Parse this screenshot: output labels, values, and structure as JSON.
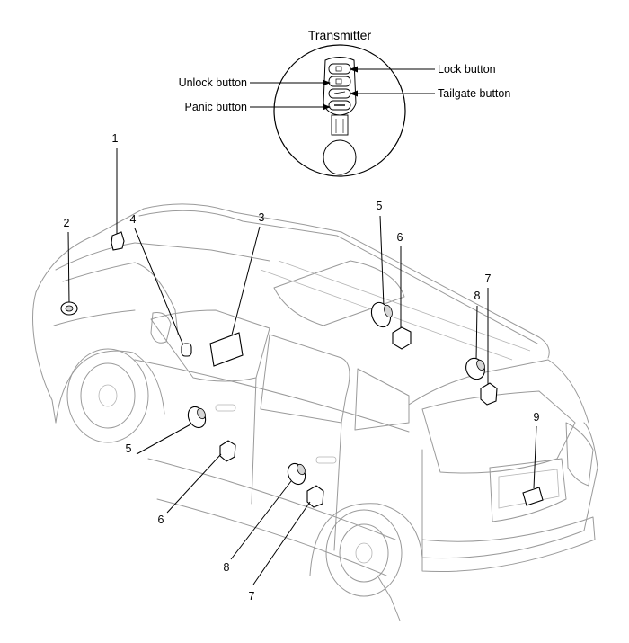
{
  "transmitter": {
    "title": "Transmitter",
    "labels": {
      "lock": "Lock button",
      "unlock": "Unlock button",
      "tailgate": "Tailgate button",
      "panic": "Panic button"
    }
  },
  "callouts": [
    "1",
    "2",
    "3",
    "4",
    "5",
    "6",
    "7",
    "8",
    "9",
    "5",
    "6",
    "7",
    "8"
  ]
}
